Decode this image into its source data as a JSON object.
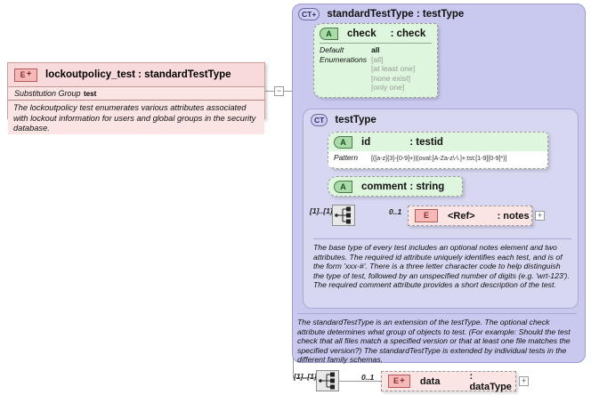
{
  "diagram": {
    "kind": "xml-schema-diagram",
    "colors": {
      "element_fill": "#fbe4e4",
      "attribute_fill": "#ddf6dd",
      "complextype_outer_fill": "#c9c9ef",
      "complextype_inner_fill": "#d7d7f2",
      "line": "#9a9a9a"
    }
  },
  "element": {
    "icon": "element-plus-icon",
    "icon_label": "E",
    "icon_plus": "+",
    "title": "lockoutpolicy_test : standardTestType",
    "substitution_group_label": "Substitution Group",
    "substitution_group_value": "test",
    "documentation": "The lockoutpolicy test enumerates various attributes associated with lockout information for users and global groups in the security database.",
    "collapse_toggle": "−"
  },
  "standard_test_type": {
    "icon": "complextype-plus-icon",
    "icon_label": "CT",
    "icon_plus": "+",
    "title": "standardTestType : testType",
    "documentation": "The standardTestType is an extension of the testType.  The optional check attribute determines what group of objects to test.  (For example: Should the test check that all files match a specified version or that at least one file matches the specified version?)  The standardTestType is extended by individual tests in the different family schemas."
  },
  "check_attribute": {
    "icon": "attribute-icon",
    "icon_label": "A",
    "name": "check",
    "type": ": check",
    "default_label": "Default",
    "default_value": "all",
    "enumerations_label": "Enumerations",
    "enumerations": [
      "[all]",
      "[at least one]",
      "[none exist]",
      "[only one]"
    ]
  },
  "test_type": {
    "icon": "complextype-icon",
    "icon_label": "CT",
    "title": "testType",
    "documentation": "The base type of every test includes an optional notes element and two attributes.  The required id attribute uniquely identifies each test, and is of the form 'xxx-#'.  There is a three letter character code to help distinguish the type of test, followed by an unspecified number of digits (e.g. 'wrt-123').  The required comment attribute provides a short description of the test."
  },
  "id_attribute": {
    "icon": "attribute-icon",
    "icon_label": "A",
    "name": "id",
    "type": ": testid",
    "pattern_label": "Pattern",
    "pattern_value": "[([a-z]{3}-[0-9]+)|(oval:[A-Za-z\\-\\.]+:tst:[1-9][0-9]*)]"
  },
  "comment_attribute": {
    "icon": "attribute-icon",
    "icon_label": "A",
    "name": "comment : string"
  },
  "notes_ref": {
    "compositor": "sequence-compositor-icon",
    "compositor_cardinality": "[1]..[1]",
    "cardinality": "0..1",
    "icon": "element-icon",
    "icon_label": "E",
    "name": "<Ref>",
    "type": ": notes",
    "expand_toggle": "+"
  },
  "data_element": {
    "compositor": "sequence-compositor-icon",
    "compositor_cardinality": "[1]..[1]",
    "cardinality": "0..1",
    "icon": "element-plus-icon",
    "icon_label": "E",
    "icon_plus": "+",
    "name": "data",
    "type": ": dataType",
    "expand_toggle": "+"
  }
}
